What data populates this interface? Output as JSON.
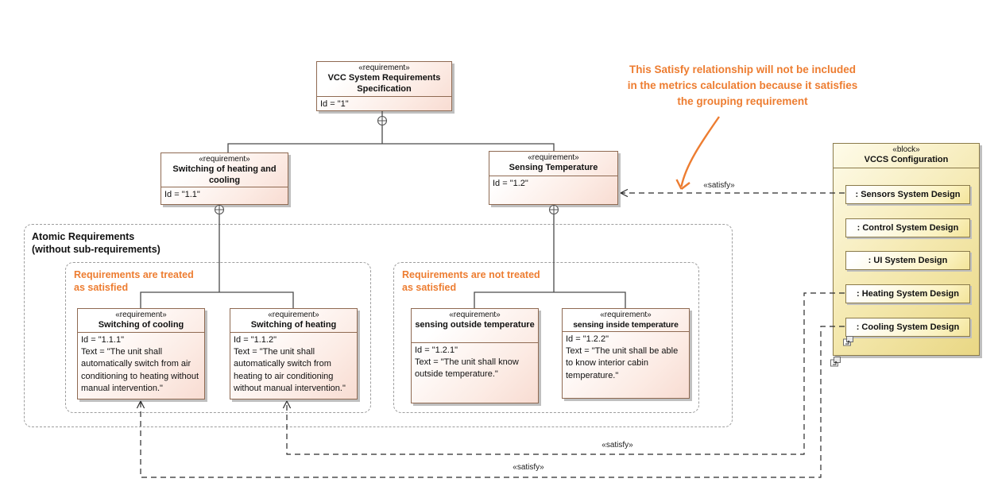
{
  "labels": {
    "stereotype_requirement": "«requirement»",
    "stereotype_block": "«block»",
    "satisfy": "«satisfy»"
  },
  "requirements": {
    "root": {
      "name": "VCC System Requirements Specification",
      "id": "Id = \"1\""
    },
    "switching_heating_cooling": {
      "name": "Switching of heating and cooling",
      "id": "Id = \"1.1\""
    },
    "sensing_temperature": {
      "name": "Sensing Temperature",
      "id": "Id = \"1.2\""
    },
    "switching_of_cooling": {
      "name": "Switching of cooling",
      "id": "Id = \"1.1.1\"",
      "text": "Text = \"The unit shall automatically switch from air conditioning to heating without manual intervention.\""
    },
    "switching_of_heating": {
      "name": "Switching of heating",
      "id": "Id = \"1.1.2\"",
      "text": "Text = \"The unit shall automatically switch from heating to air conditioning without manual intervention.\""
    },
    "sensing_outside": {
      "name": "sensing outside temperature",
      "id": "Id = \"1.2.1\"",
      "text": "Text = \"The unit shall know outside temperature.\""
    },
    "sensing_inside": {
      "name": "sensing inside temperature",
      "id": "Id = \"1.2.2\"",
      "text": "Text = \"The unit shall be able to know interior cabin temperature.\""
    }
  },
  "groups": {
    "atomic": {
      "line1": "Atomic Requirements",
      "line2": "(without sub-requirements)"
    },
    "treated": {
      "line1": "Requirements are treated",
      "line2": "as satisfied"
    },
    "not_treated": {
      "line1": "Requirements are not treated",
      "line2": "as satisfied"
    }
  },
  "block": {
    "name": "VCCS Configuration",
    "parts": [
      ": Sensors System Design",
      ": Control System Design",
      ": UI System Design",
      ": Heating System Design",
      ": Cooling System Design"
    ]
  },
  "note": {
    "lines": [
      "This Satisfy relationship will not be included",
      "in the metrics calculation because it satisfies",
      "the grouping requirement"
    ]
  },
  "colors": {
    "annotation_orange": "#ED7D31",
    "requirement_border": "#8F6A52",
    "block_border": "#8A7A4A",
    "connector": "#4A4A4A"
  }
}
